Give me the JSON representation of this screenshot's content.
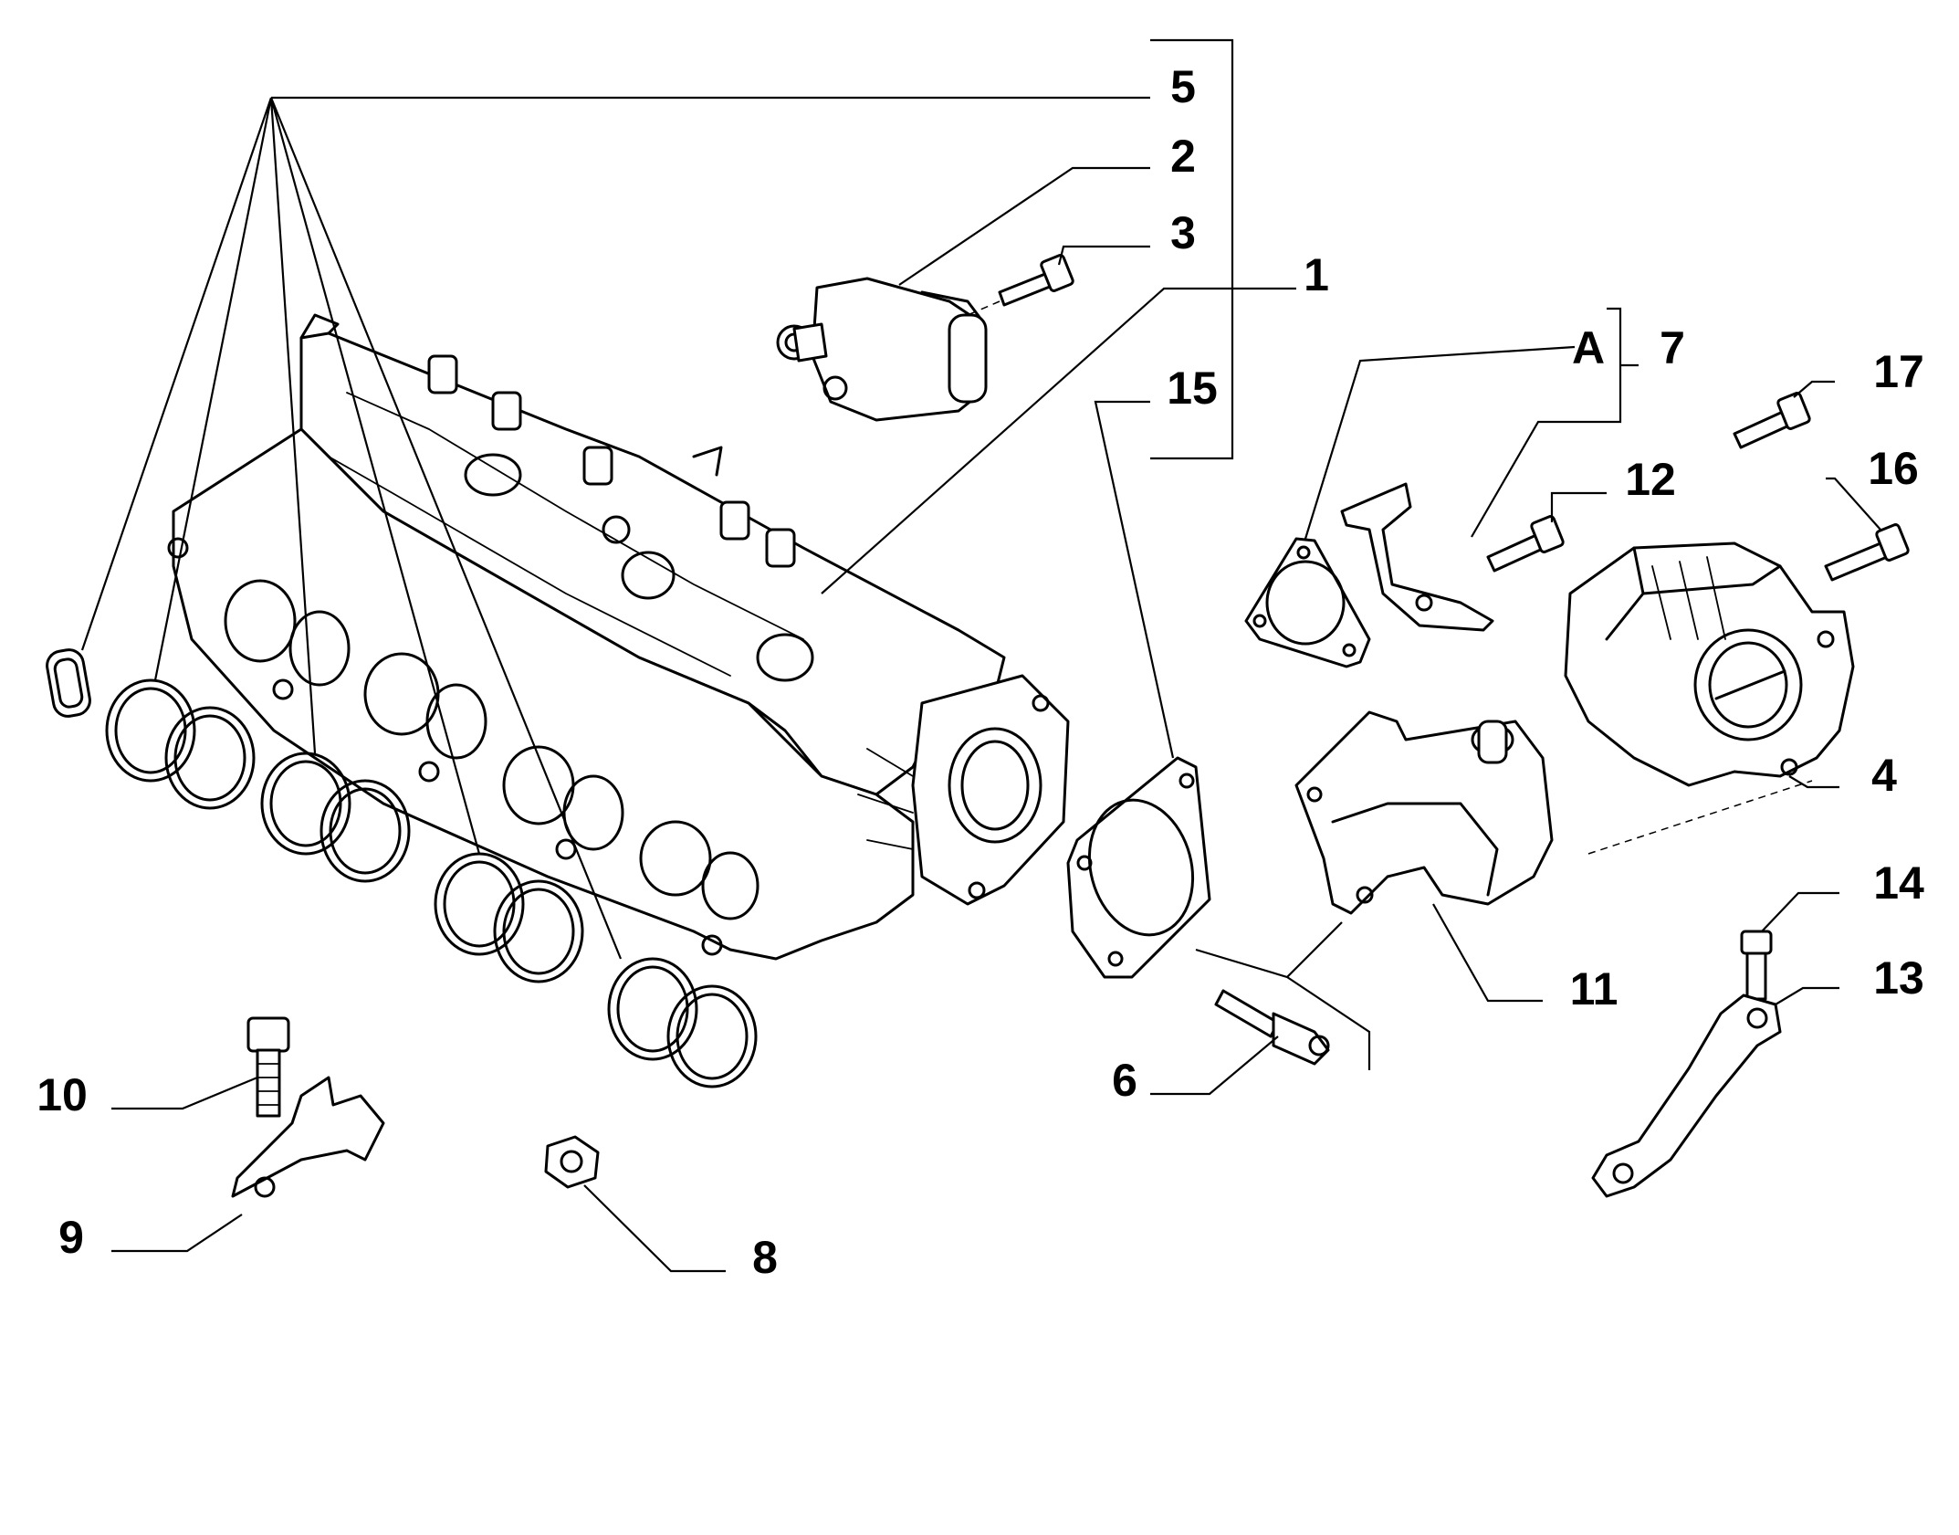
{
  "callouts": {
    "c1": "1",
    "c2": "2",
    "c3": "3",
    "c4": "4",
    "c5": "5",
    "c6": "6",
    "c7": "7",
    "c8": "8",
    "c9": "9",
    "c10": "10",
    "c11": "11",
    "c12": "12",
    "c13": "13",
    "c14": "14",
    "c15": "15",
    "c16": "16",
    "c17": "17",
    "cA": "A"
  },
  "colors": {
    "line": "#000000",
    "background": "#ffffff"
  }
}
